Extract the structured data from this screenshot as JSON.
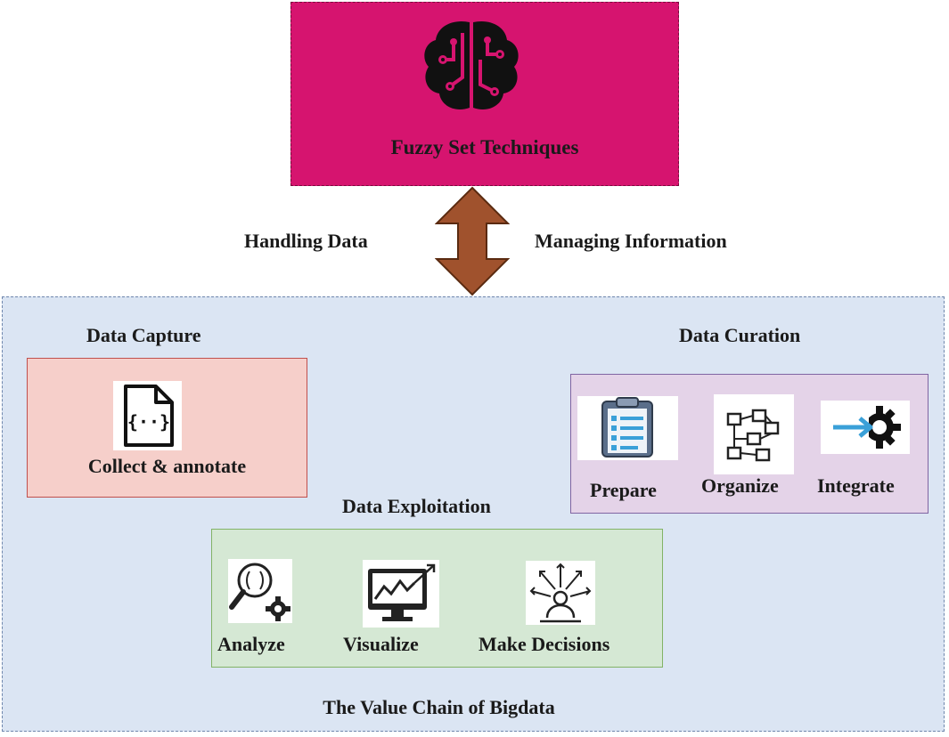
{
  "top": {
    "title": "Fuzzy Set Techniques"
  },
  "connector": {
    "left_label": "Handling Data",
    "right_label": "Managing Information"
  },
  "value_chain": {
    "label": "The Value Chain of Bigdata"
  },
  "capture": {
    "title": "Data Capture",
    "items": [
      "Collect & annotate"
    ]
  },
  "curation": {
    "title": "Data Curation",
    "items": [
      "Prepare",
      "Organize",
      "Integrate"
    ]
  },
  "exploitation": {
    "title": "Data Exploitation",
    "items": [
      "Analyze",
      "Visualize",
      "Make Decisions"
    ]
  },
  "colors": {
    "fuzzy_box": "#d6146f",
    "value_chain_bg": "#dbe5f3",
    "capture_bg": "#f6cfca",
    "curation_bg": "#e4d3e8",
    "exploitation_bg": "#d5e8d4",
    "arrow": "#a0522d"
  },
  "icons": [
    "brain-circuit-icon",
    "code-file-icon",
    "clipboard-icon",
    "flowchart-icon",
    "integrate-gear-icon",
    "magnifier-gear-icon",
    "monitor-chart-icon",
    "decision-person-icon"
  ]
}
